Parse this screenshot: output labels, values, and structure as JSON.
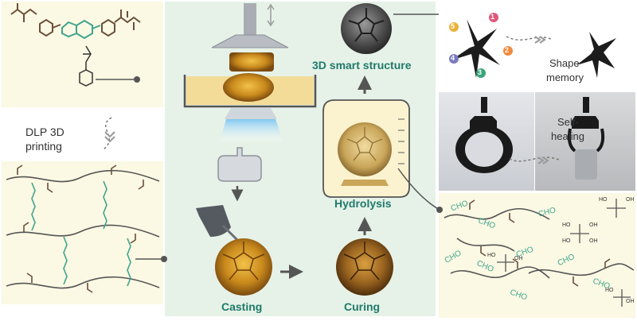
{
  "labels": {
    "dlp_line1": "DLP 3D",
    "dlp_line2": "printing",
    "smart_structure": "3D smart structure",
    "hydrolysis": "Hydrolysis",
    "casting": "Casting",
    "curing": "Curing",
    "shape_memory_line1": "Shape",
    "shape_memory_line2": "memory",
    "self_healing_line1": "Self-",
    "self_healing_line2": "healing",
    "markers": [
      "1",
      "2",
      "3",
      "4",
      "5"
    ],
    "cho": "CHO",
    "oh": "OH",
    "ho": "HO"
  },
  "colors": {
    "cream_panel": "#fbf8e3",
    "mint_panel": "#e6f2e8",
    "teal_text": "#1f7a6a",
    "teal_bond": "#3ea58e",
    "brown_chain": "#6b4f3a",
    "amber": "#c98a1c",
    "marker_colors": [
      "#e0587a",
      "#f08a3c",
      "#3aa57a",
      "#7a7ac0",
      "#e8b33a"
    ]
  },
  "icons": {
    "arrow": "arrow-icon",
    "projector": "projector-icon",
    "beaker": "beaker-icon",
    "pitcher": "pitcher-icon",
    "buckyball": "buckyball-icon"
  }
}
